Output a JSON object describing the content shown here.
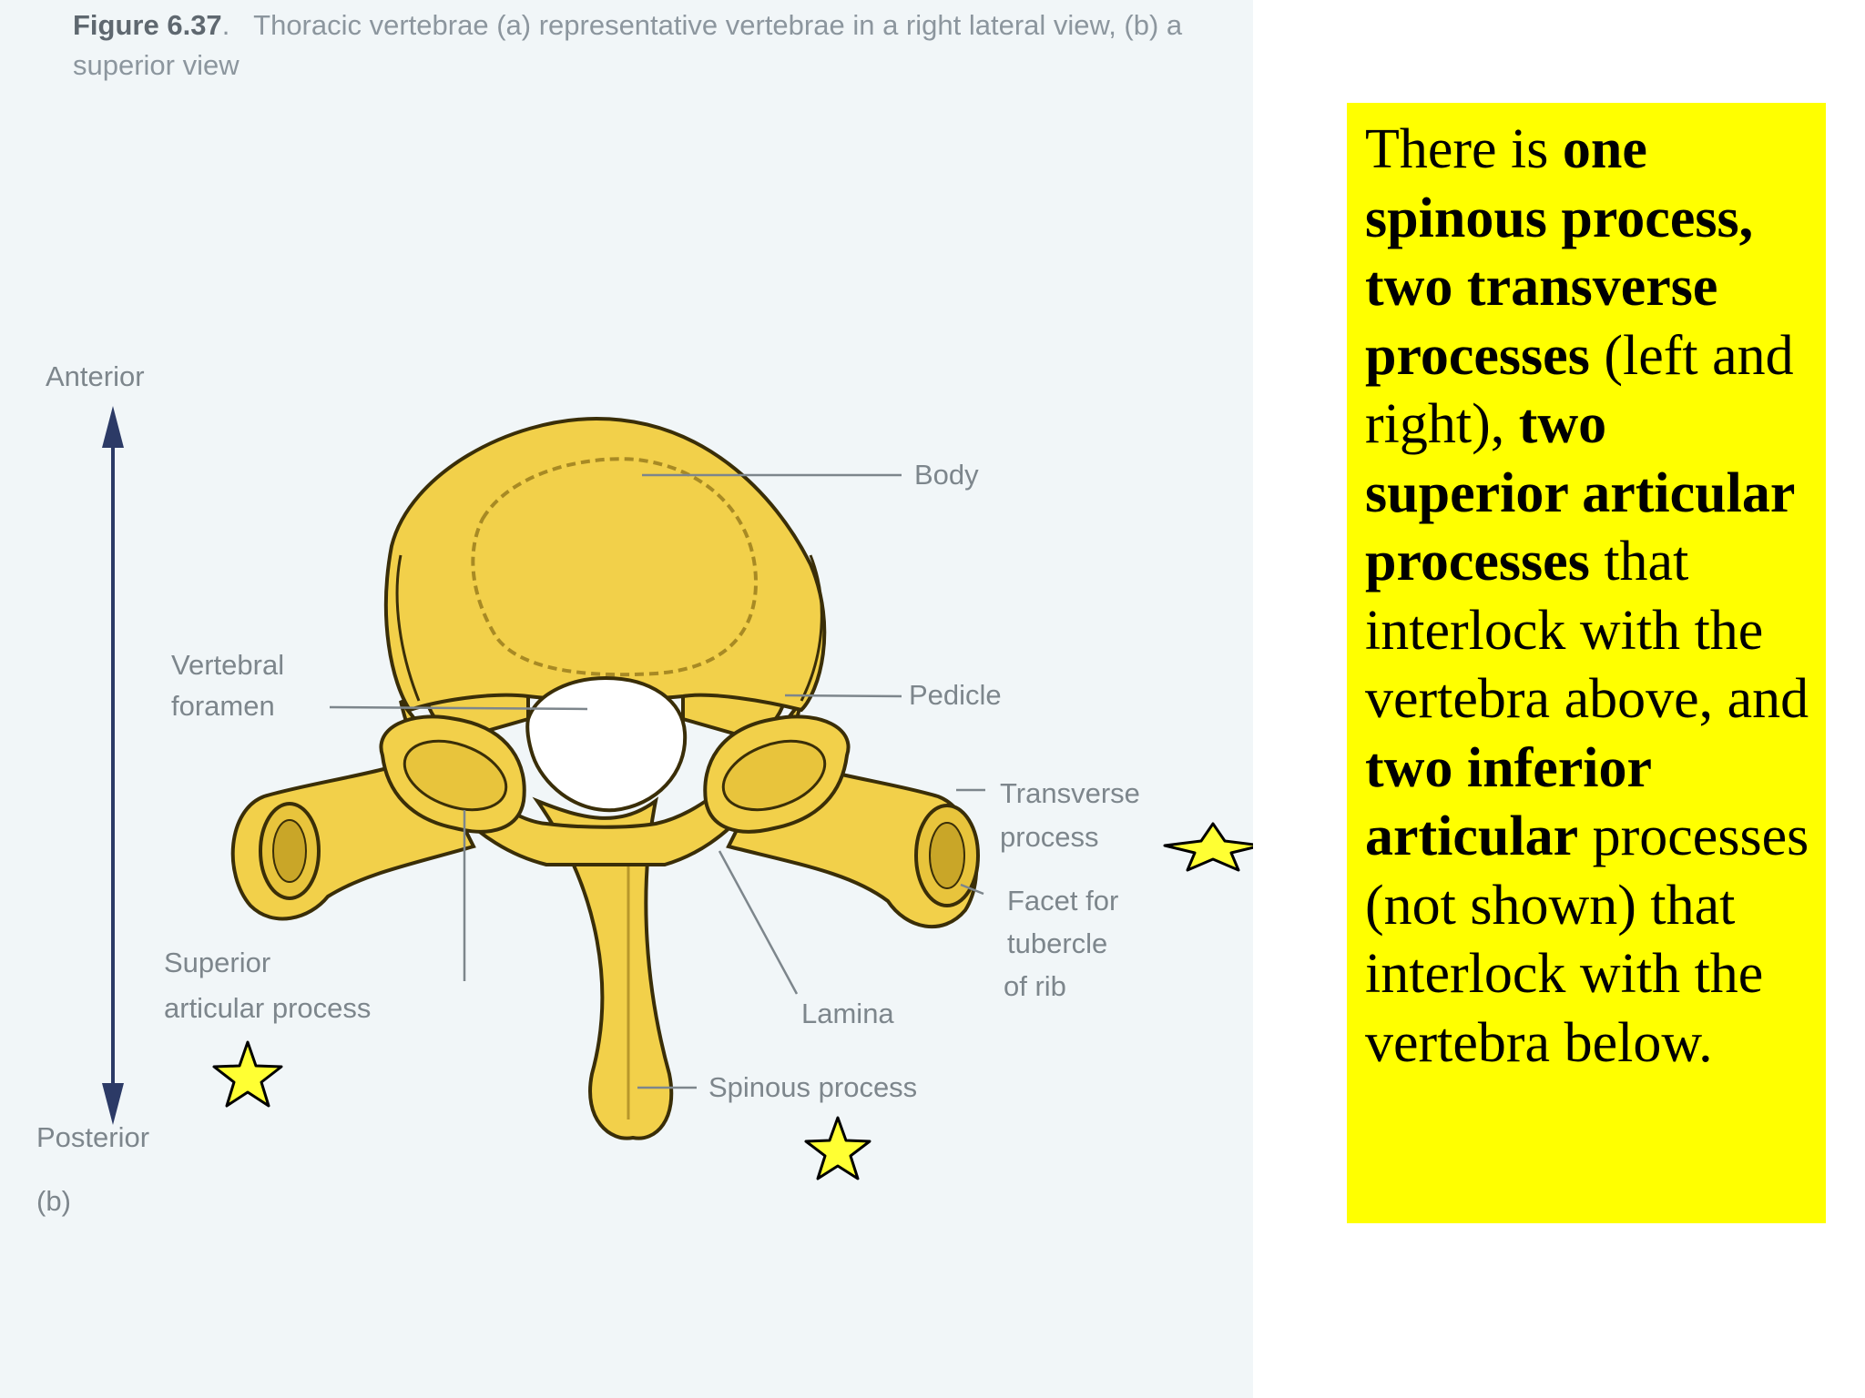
{
  "caption": {
    "number": "Figure 6.37",
    "text": "Thoracic vertebrae (a) representative vertebrae in a right lateral view, (b) a superior view"
  },
  "labels": {
    "anterior": "Anterior",
    "posterior": "Posterior",
    "panel": "(b)",
    "body": "Body",
    "vertebral_foramen_1": "Vertebral",
    "vertebral_foramen_2": "foramen",
    "pedicle": "Pedicle",
    "transverse_1": "Transverse",
    "transverse_2": "process",
    "facet_1": "Facet for",
    "facet_2": "tubercle",
    "facet_3": "of rib",
    "superior_1": "Superior",
    "superior_2": "articular process",
    "lamina": "Lamina",
    "spinous": "Spinous process"
  },
  "description": [
    {
      "t": "There is ",
      "b": false
    },
    {
      "t": "one spinous process,",
      "b": true
    },
    {
      "t": " ",
      "b": false
    },
    {
      "t": "two transverse processes",
      "b": true
    },
    {
      "t": " (left and right), ",
      "b": false
    },
    {
      "t": "two superior articular processes",
      "b": true
    },
    {
      "t": " that interlock with the vertebra above, and ",
      "b": false
    },
    {
      "t": "two inferior articular",
      "b": true
    },
    {
      "t": " processes (not shown) that interlock with the vertebra below.",
      "b": false
    }
  ],
  "colors": {
    "bone": "#f2d04a",
    "bone_outline": "#3a2e08",
    "highlight": "#ffff00",
    "star_fill": "#ffff33",
    "arrow": "#2c3a66"
  }
}
